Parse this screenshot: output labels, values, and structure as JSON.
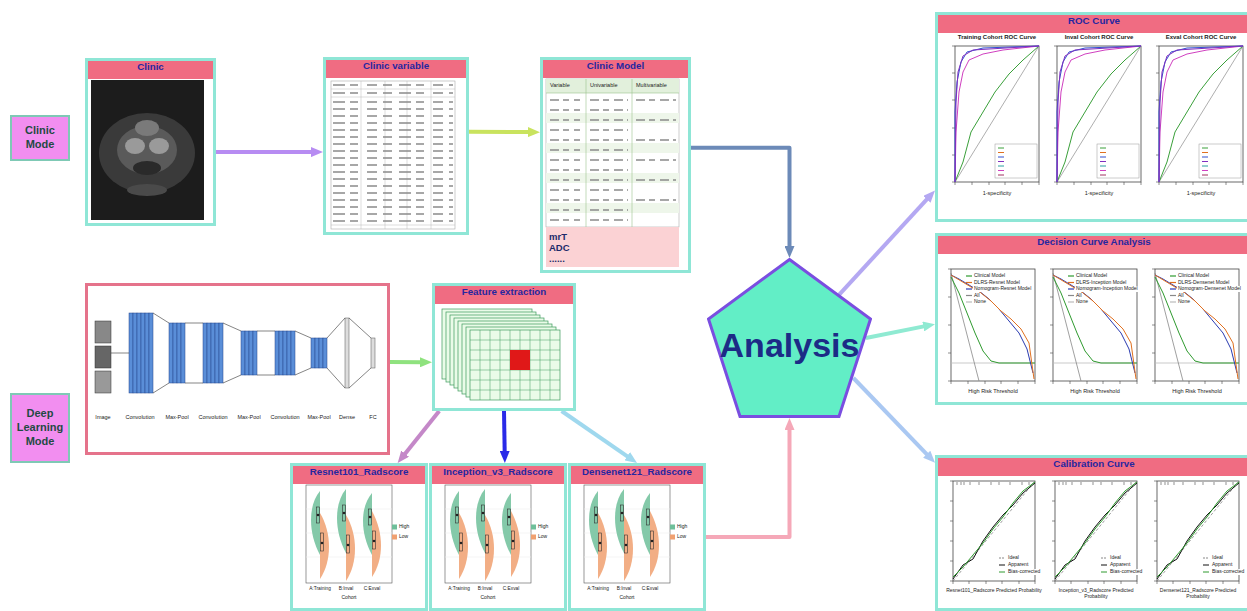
{
  "diagram": {
    "nodes": [
      {
        "text": [
          "Clinic Mode"
        ]
      },
      {
        "text": [
          "Deep Learning Mode"
        ]
      },
      {
        "text": [
          "Clinic"
        ]
      },
      {
        "text": [
          "Clinic variable"
        ]
      },
      {
        "text": [
          "Clinic Model",
          "mrT ADC ......"
        ]
      },
      {
        "text": [
          "Image",
          "Convolution",
          "Max-Pool",
          "Convolution",
          "Max-Pool",
          "Convolution",
          "Max-Pool",
          "Dense",
          "FC"
        ]
      },
      {
        "text": [
          "Feature extraction"
        ]
      },
      {
        "text": [
          "Resnet101_Radscore"
        ]
      },
      {
        "text": [
          "Inception_v3_Radscore"
        ]
      },
      {
        "text": [
          "Densenet121_Radscore"
        ]
      },
      {
        "text": [
          "Analysis"
        ]
      },
      {
        "text": [
          "ROC Curve"
        ]
      },
      {
        "text": [
          "Decision Curve Analysis"
        ]
      },
      {
        "text": [
          "Calibration Curve"
        ]
      }
    ],
    "edges": [
      {
        "from": 2,
        "to": 3,
        "arrow": "to"
      },
      {
        "from": 3,
        "to": 4,
        "arrow": "to"
      },
      {
        "from": 4,
        "to": 10,
        "arrow": "to"
      },
      {
        "from": 5,
        "to": 6,
        "arrow": "to"
      },
      {
        "from": 6,
        "to": 7,
        "arrow": "to"
      },
      {
        "from": 6,
        "to": 8,
        "arrow": "to"
      },
      {
        "from": 6,
        "to": 9,
        "arrow": "to"
      },
      {
        "from": 9,
        "to": 10,
        "arrow": "to"
      },
      {
        "from": 10,
        "to": 11,
        "arrow": "to"
      },
      {
        "from": 10,
        "to": 12,
        "arrow": "to"
      },
      {
        "from": 10,
        "to": 13,
        "arrow": "to"
      }
    ],
    "labels": [
      "Variable",
      "Univariable",
      "Multivariable",
      "Training Cohort ROC Curve",
      "Inval Cohort ROC Curve",
      "Exval Cohort ROC Curve",
      "1-specificity",
      "1-specificity",
      "1-specificity",
      "Clinical Model",
      "DLRS-Resnet Model",
      "Nomogram-Resnet Model",
      "All",
      "None",
      "Clinical Model",
      "DLRS-Inception Model",
      "Nomogram-Inception Model",
      "All",
      "None",
      "Clinical Model",
      "DLRS-Densenet Model",
      "Nomogram-Densenet Model",
      "All",
      "None",
      "High Risk Threshold",
      "High Risk Threshold",
      "High Risk Threshold",
      "Ideal",
      "Apparent",
      "Bias-corrected",
      "Ideal",
      "Apparent",
      "Bias-corrected",
      "Ideal",
      "Apparent",
      "Bias-corrected",
      "Resnet101_Radscore Predicted Probability",
      "Inception_v3_Radscore Predicted Probability",
      "Densenet121_Radscore Predicted Probability",
      "A:Training",
      "B:Inval",
      "C:Exval",
      "A:Training",
      "B:Inval",
      "C:Exval",
      "A:Training",
      "B:Inval",
      "C:Exval",
      "Cohort",
      "Cohort",
      "Cohort",
      "High",
      "Low",
      "High",
      "Low",
      "High",
      "Low"
    ]
  }
}
